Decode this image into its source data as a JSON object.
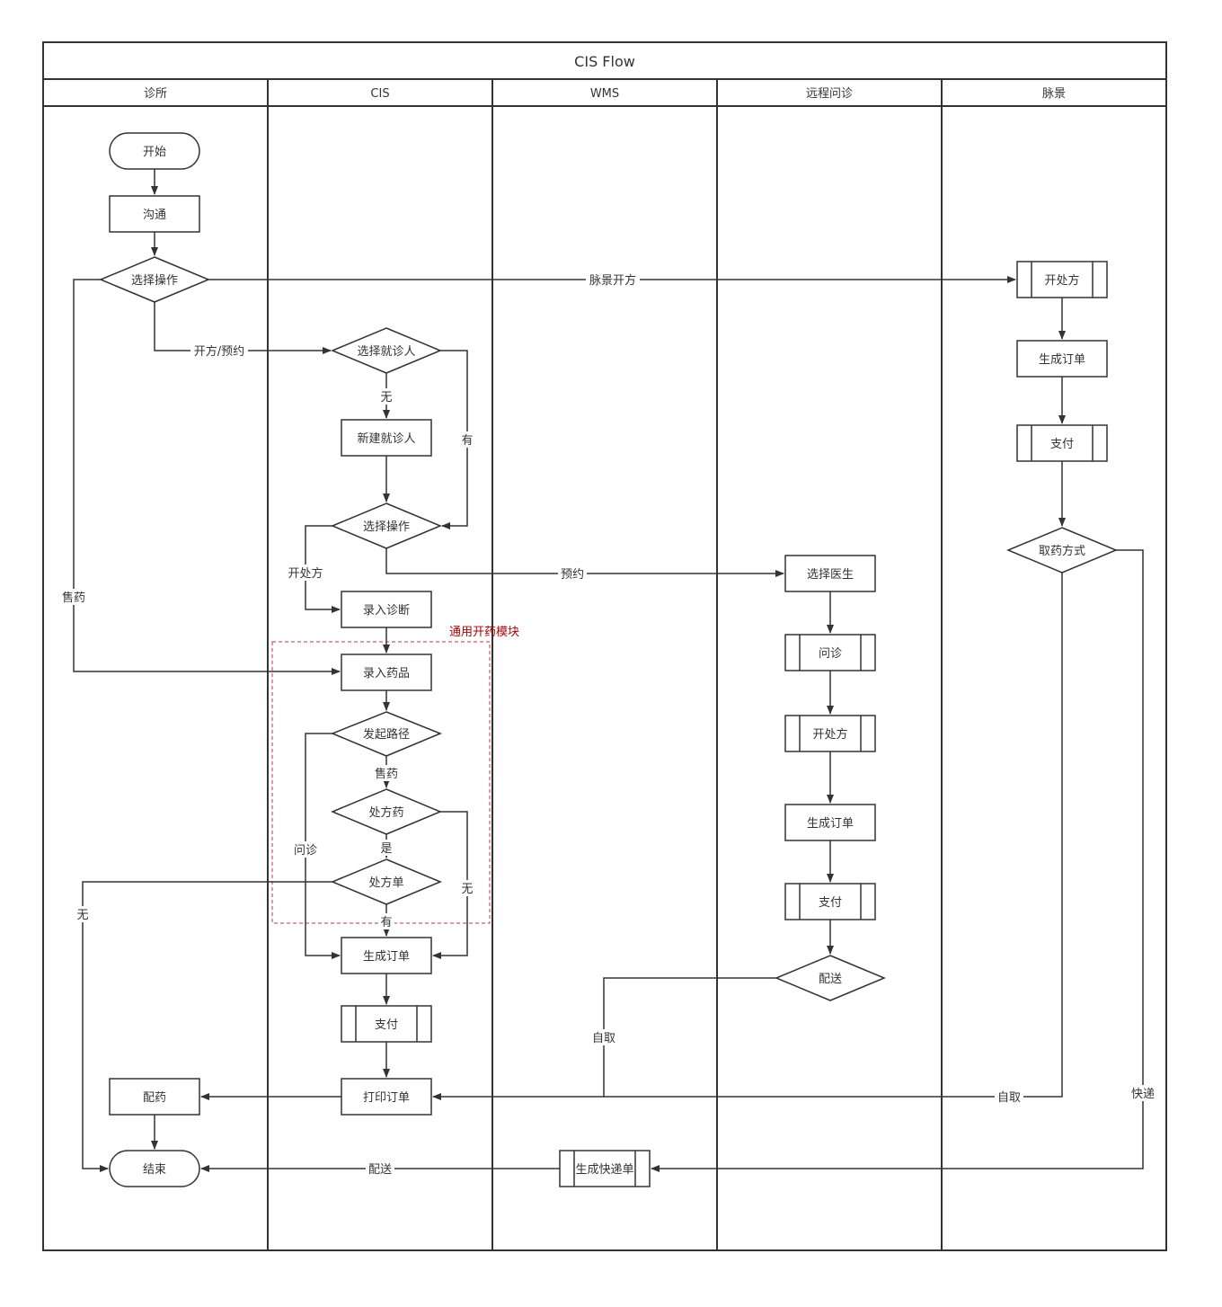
{
  "title": "CIS Flow",
  "lanes": [
    "诊所",
    "CIS",
    "WMS",
    "远程问诊",
    "脉景"
  ],
  "group_label": "通用开药模块",
  "nodes": {
    "start": "开始",
    "communicate": "沟通",
    "choose_op1": "选择操作",
    "choose_patient": "选择就诊人",
    "new_patient": "新建就诊人",
    "choose_op2": "选择操作",
    "enter_diagnosis": "录入诊断",
    "enter_drug": "录入药品",
    "route": "发起路径",
    "rx_drug": "处方药",
    "rx_form": "处方单",
    "cis_order": "生成订单",
    "cis_pay": "支付",
    "print_order": "打印订单",
    "dispense": "配药",
    "end": "结束",
    "express_form": "生成快递单",
    "choose_doctor": "选择医生",
    "consult": "问诊",
    "remote_rx": "开处方",
    "remote_order": "生成订单",
    "remote_pay": "支付",
    "delivery": "配送",
    "mj_rx": "开处方",
    "mj_order": "生成订单",
    "mj_pay": "支付",
    "pickup_method": "取药方式"
  },
  "edge_labels": {
    "mj_prescribe": "脉景开方",
    "rx_or_reserve": "开方/预约",
    "none1": "无",
    "has1": "有",
    "sell_drug1": "售药",
    "prescribe": "开处方",
    "reserve": "预约",
    "sell_drug2": "售药",
    "yes": "是",
    "consult_path": "问诊",
    "none2": "无",
    "none3": "无",
    "has2": "有",
    "self_pickup1": "自取",
    "self_pickup2": "自取",
    "express": "快递",
    "deliver": "配送"
  }
}
